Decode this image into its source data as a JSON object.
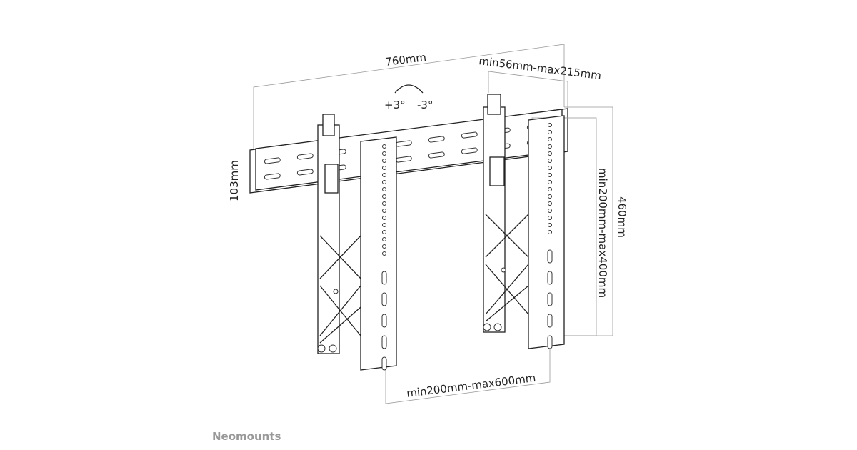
{
  "dimensions": {
    "width_rail": "760mm",
    "depth": "min56mm-max215mm",
    "tilt_plus": "+3°",
    "tilt_minus": "-3°",
    "rail_height": "103mm",
    "bracket_height": "460mm",
    "vertical_range": "min200mm-max400mm",
    "horizontal_range": "min200mm-max600mm"
  },
  "brand": "Neomounts"
}
